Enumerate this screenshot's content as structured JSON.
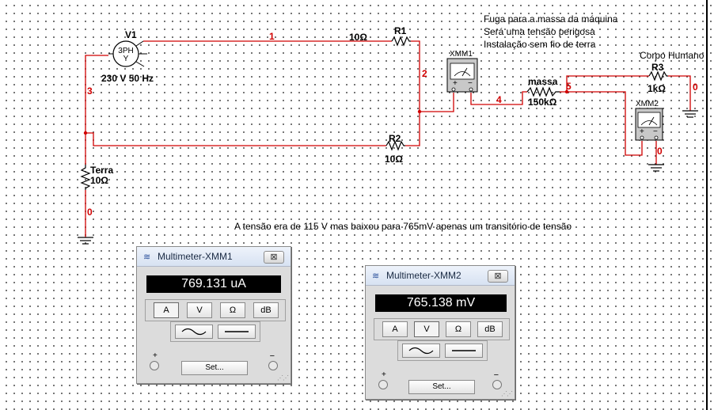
{
  "circuit": {
    "source": {
      "name": "V1",
      "value": "230 V 50 Hz",
      "symbol_top": "3PH",
      "symbol_bottom": "Y"
    },
    "resistors": [
      {
        "name": "R1",
        "value": "10Ω"
      },
      {
        "name": "R2",
        "value": "10Ω"
      },
      {
        "name": "massa",
        "value": "150kΩ"
      },
      {
        "name": "R3",
        "value": "1kΩ"
      },
      {
        "name": "Terra",
        "value": "10Ω"
      }
    ],
    "nets": [
      "1",
      "2",
      "3",
      "4",
      "5",
      "0",
      "0",
      "0"
    ],
    "meters": [
      {
        "name": "XMM1"
      },
      {
        "name": "XMM2"
      }
    ],
    "human_label": "Corpo Humano",
    "notes": [
      "Fuga para a massa da máquina",
      "Será uma tensão perigosa",
      "Instalação sem fio de terra"
    ],
    "caption": "A tensão era de 115 V mas baixou para 765mV apenas um transitório de tensão"
  },
  "multimeters": [
    {
      "title": "Multimeter-XMM1",
      "reading": "769.131 uA",
      "modes": [
        "A",
        "V",
        "Ω",
        "dB"
      ],
      "active_mode": "A",
      "plus": "+",
      "minus": "−",
      "set_label": "Set..."
    },
    {
      "title": "Multimeter-XMM2",
      "reading": "765.138 mV",
      "modes": [
        "A",
        "V",
        "Ω",
        "dB"
      ],
      "active_mode": "V",
      "plus": "+",
      "minus": "−",
      "set_label": "Set..."
    }
  ],
  "icons": {
    "close": "⊠",
    "logo": "≋"
  },
  "colors": {
    "wire": "#d00000",
    "net_label": "#d00000",
    "display_bg": "#000000",
    "display_text": "#ffffff"
  }
}
